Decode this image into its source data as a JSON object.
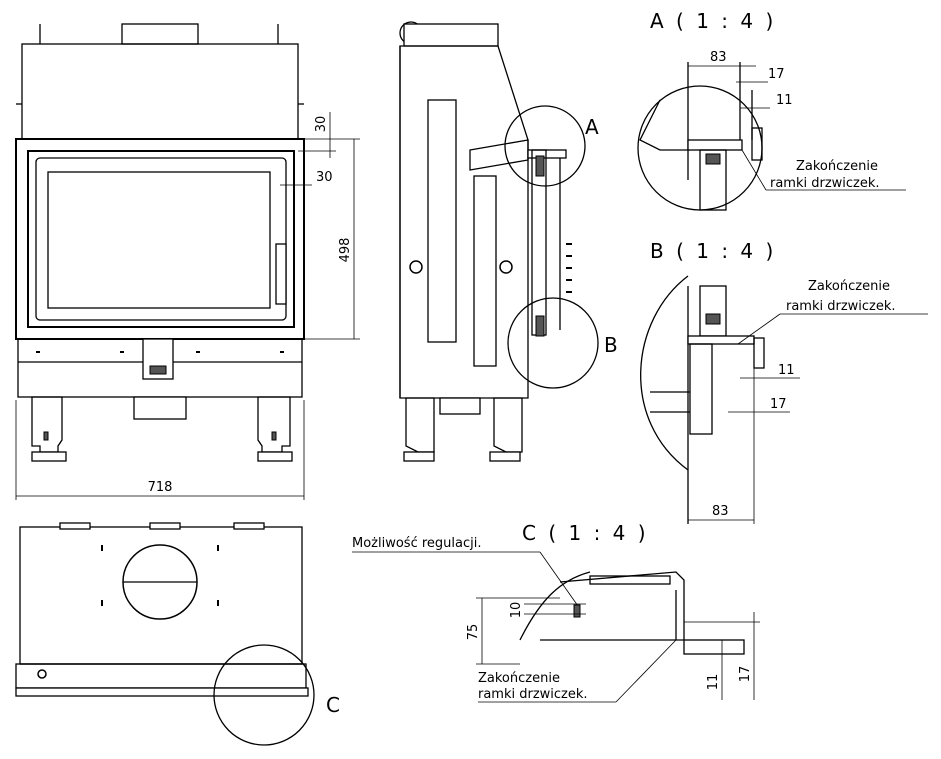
{
  "front_view": {
    "dims": {
      "height": "498",
      "width": "718",
      "frame_top": "30",
      "frame_side": "30"
    }
  },
  "side_view": {
    "detail_labels": {
      "a": "A",
      "b": "B"
    }
  },
  "top_view": {
    "detail_label": "C"
  },
  "detail_a": {
    "title": "A ( 1 : 4 )",
    "dims": {
      "d83": "83",
      "d17": "17",
      "d11": "11"
    },
    "note_line1": "Zakończenie",
    "note_line2": "ramki drzwiczek."
  },
  "detail_b": {
    "title": "B ( 1 : 4 )",
    "dims": {
      "d11": "11",
      "d17": "17",
      "d83": "83"
    },
    "note_line1": "Zakończenie",
    "note_line2": "ramki drzwiczek."
  },
  "detail_c": {
    "title": "C ( 1 : 4 )",
    "adjust_note": "Możliwość regulacji.",
    "dims": {
      "d75": "75",
      "d10": "10",
      "d11": "11",
      "d17": "17"
    },
    "note_line1": "Zakończenie",
    "note_line2": "ramki drzwiczek."
  }
}
